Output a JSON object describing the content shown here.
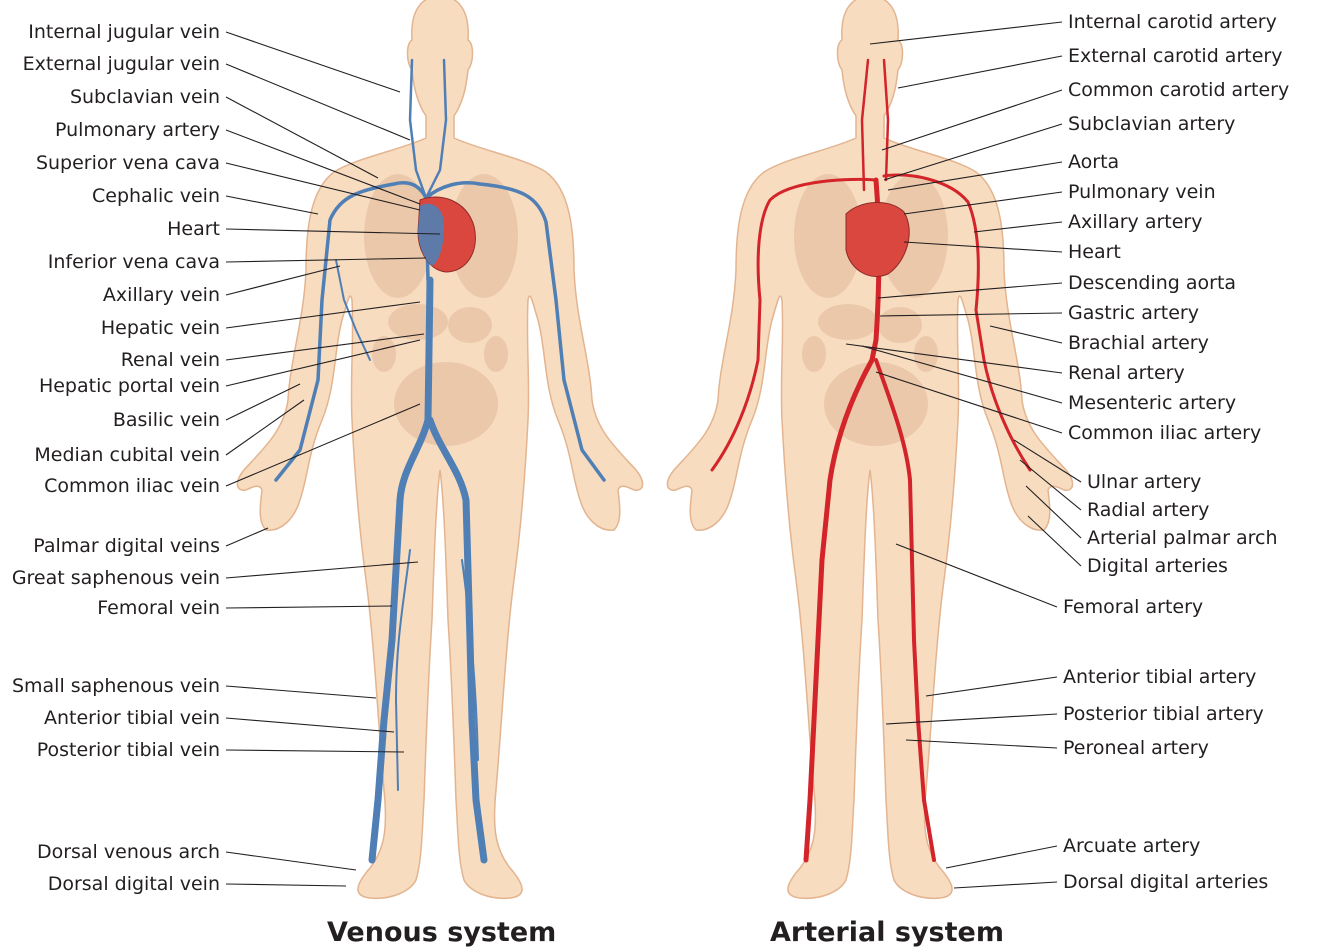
{
  "venous": {
    "title": "Venous system",
    "labels": [
      "Internal jugular vein",
      "External jugular vein",
      "Subclavian vein",
      "Pulmonary artery",
      "Superior vena cava",
      "Cephalic vein",
      "Heart",
      "Inferior vena cava",
      "Axillary vein",
      "Hepatic vein",
      "Renal vein",
      "Hepatic portal vein",
      "Basilic vein",
      "Median cubital vein",
      "Common iliac vein",
      "Palmar digital veins",
      "Great saphenous vein",
      "Femoral vein",
      "Small saphenous vein",
      "Anterior tibial vein",
      "Posterior tibial vein",
      "Dorsal venous arch",
      "Dorsal digital vein"
    ]
  },
  "arterial": {
    "title": "Arterial system",
    "labels": [
      "Internal carotid artery",
      "External carotid artery",
      "Common carotid artery",
      "Subclavian artery",
      "Aorta",
      "Pulmonary vein",
      "Axillary artery",
      "Heart",
      "Descending aorta",
      "Gastric artery",
      "Brachial artery",
      "Renal artery",
      "Mesenteric artery",
      "Common iliac artery",
      "Ulnar artery",
      "Radial artery",
      "Arterial palmar arch",
      "Digital arteries",
      "Femoral artery",
      "Anterior tibial artery",
      "Posterior tibial artery",
      "Peroneal artery",
      "Arcuate artery",
      "Dorsal digital arteries"
    ]
  },
  "colors": {
    "skin": "#f7dcc0",
    "skin_outline": "#e3b48f",
    "organ": "#e9c3a4",
    "vein": "#4f7fb5",
    "artery": "#d3242a",
    "heart": "#d9473f",
    "leader": "#231f20"
  }
}
